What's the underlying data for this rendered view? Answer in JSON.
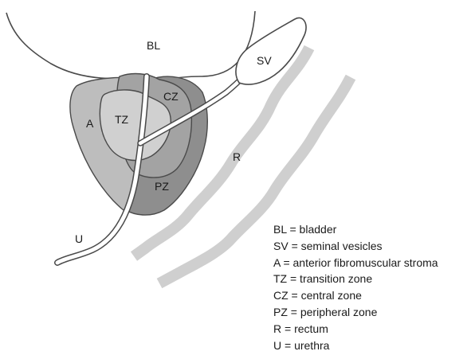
{
  "diagram": {
    "labels": {
      "bladder": "BL",
      "seminal_vesicles": "SV",
      "rectum": "R",
      "anterior_stroma": "A",
      "transition_zone": "TZ",
      "central_zone": "CZ",
      "peripheral_zone": "PZ",
      "urethra": "U"
    },
    "colors": {
      "outline": "#4a4a4a",
      "rectum": "#cfcfcf",
      "anterior_stroma": "#bdbdbd",
      "peripheral_zone": "#8e8e8e",
      "central_zone": "#a3a3a3",
      "transition_zone": "#d0d0d0",
      "urethra": "#ffffff"
    }
  },
  "legend": [
    "BL = bladder",
    "SV = seminal vesicles",
    "A  = anterior fibromuscular stroma",
    "TZ = transition zone",
    "CZ = central zone",
    "PZ = peripheral zone",
    "R = rectum",
    "U = urethra"
  ]
}
